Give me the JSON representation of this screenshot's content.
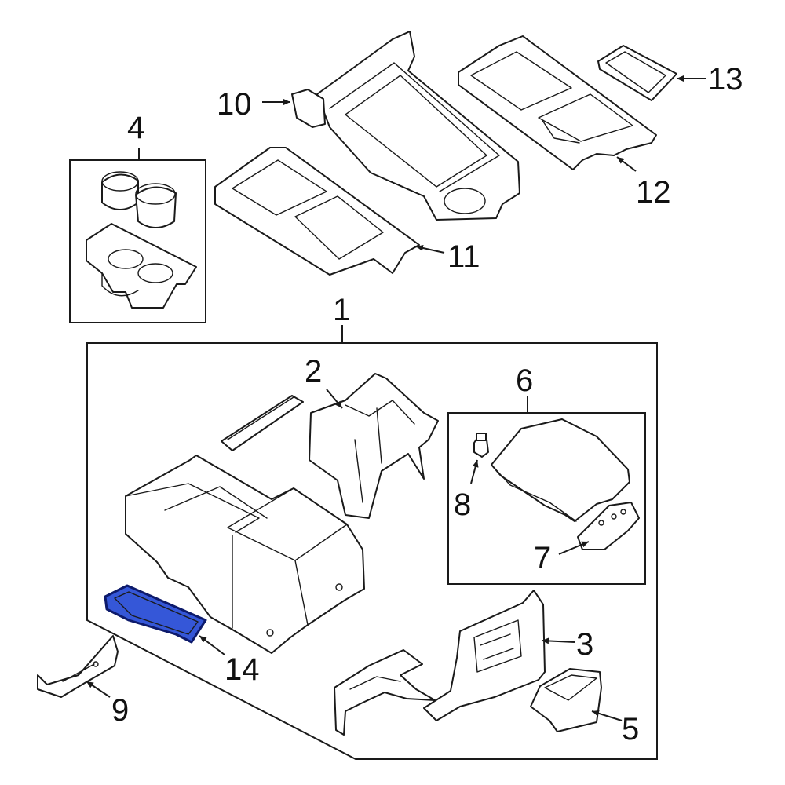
{
  "callouts": {
    "c1": "1",
    "c2": "2",
    "c3": "3",
    "c4": "4",
    "c5": "5",
    "c6": "6",
    "c7": "7",
    "c8": "8",
    "c9": "9",
    "c10": "10",
    "c11": "11",
    "c12": "12",
    "c13": "13",
    "c14": "14"
  },
  "highlighted_part": "14",
  "colors": {
    "highlight_fill": "#3557d8",
    "highlight_stroke": "#0d1a6b",
    "line": "#1a1a1a",
    "background": "#ffffff"
  }
}
